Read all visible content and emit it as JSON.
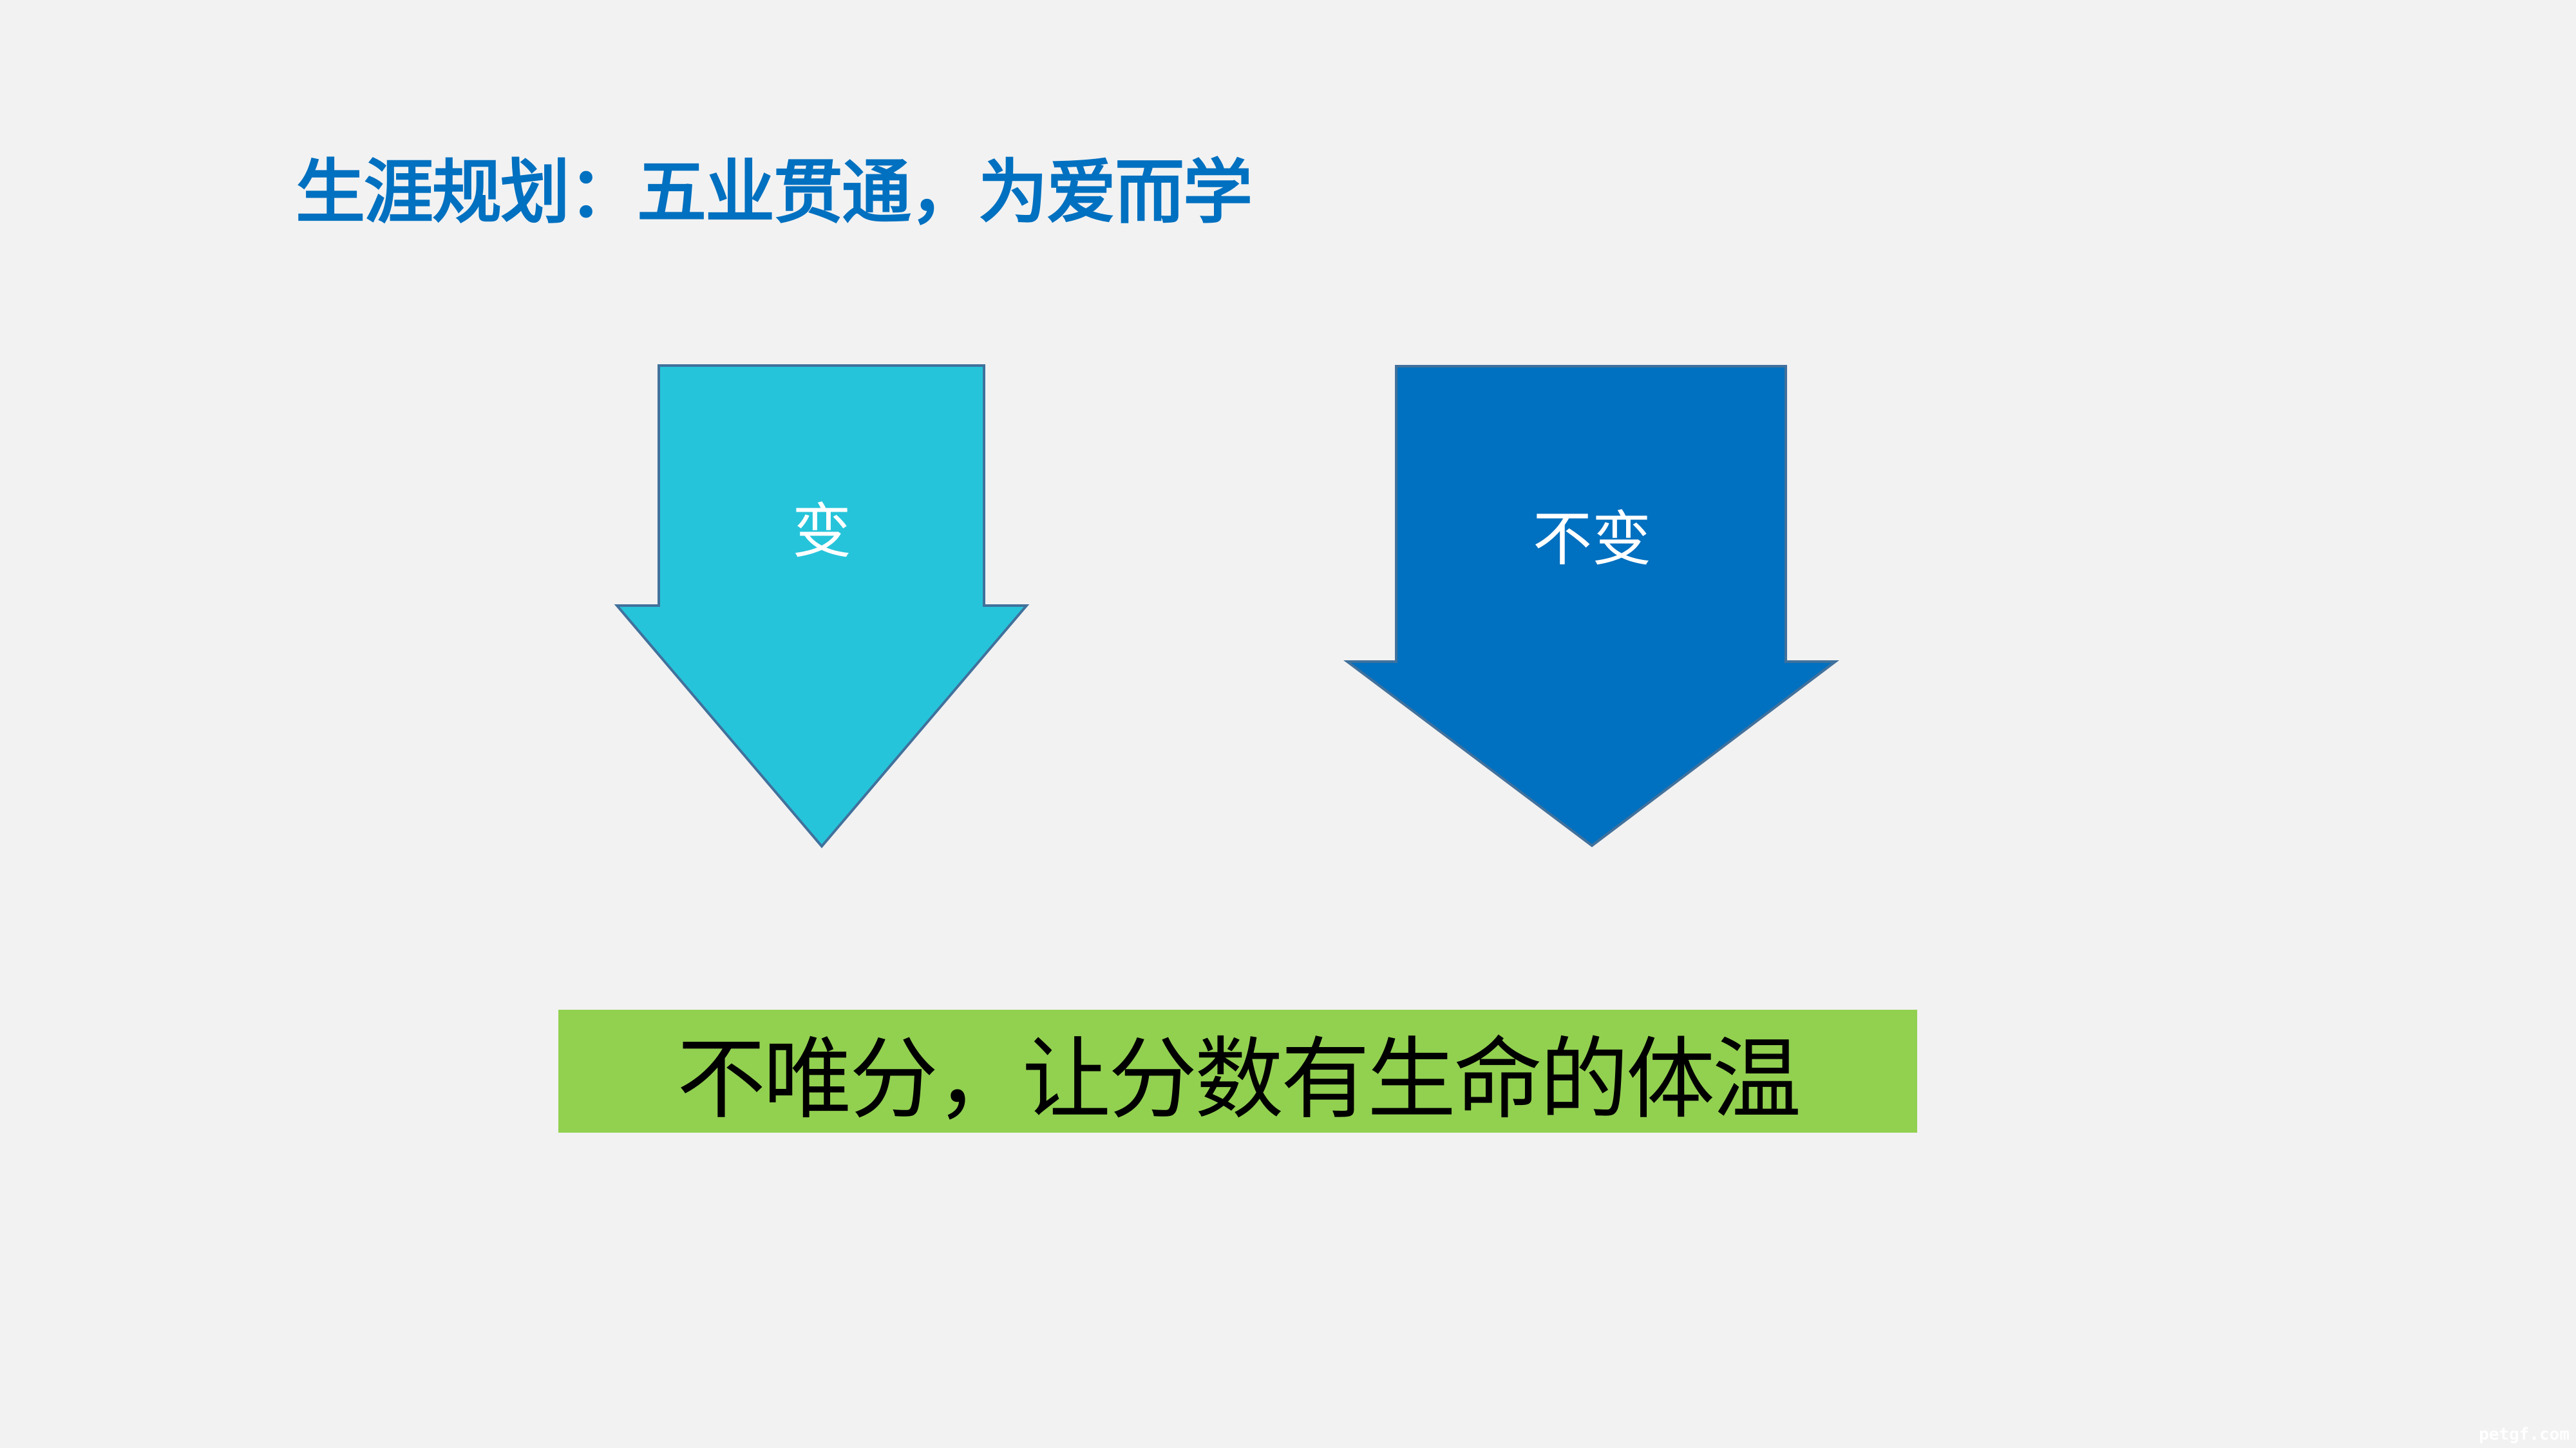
{
  "slide": {
    "title": "生涯规划：五业贯通，为爱而学",
    "arrows": [
      {
        "label": "变",
        "color": "#26c4da"
      },
      {
        "label": "不变",
        "color": "#0070c0"
      }
    ],
    "banner": {
      "text": "不唯分，让分数有生命的体温",
      "color": "#92d050"
    },
    "watermark": "petgf.com"
  }
}
